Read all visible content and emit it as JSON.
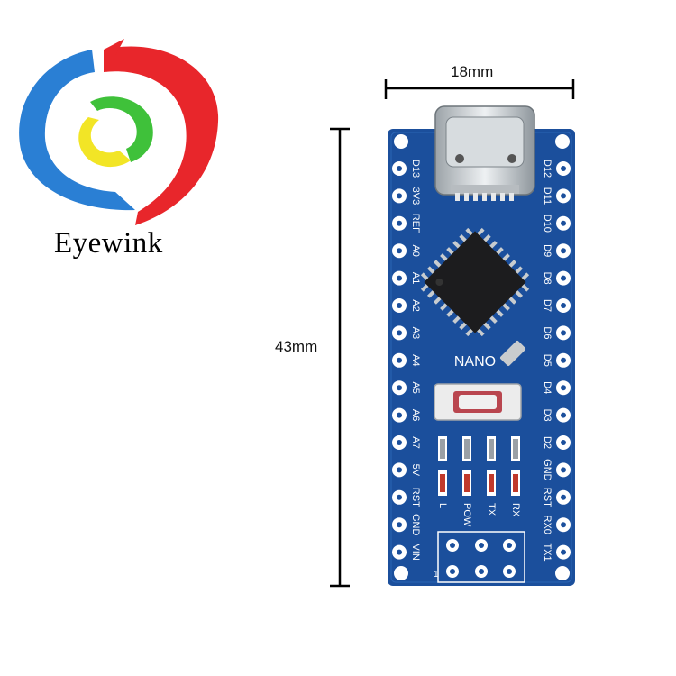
{
  "logo": {
    "icon": "eyewink-swirl-logo",
    "brand_name": "Eyewink",
    "colors": {
      "red": "#e8262b",
      "blue": "#2a7fd4",
      "green": "#3fc13a",
      "yellow": "#f2e526"
    }
  },
  "dimensions": {
    "width_label": "18mm",
    "height_label": "43mm"
  },
  "board": {
    "color": "#1b4f9c",
    "label": "NANO",
    "left_pins": [
      "D13",
      "3V3",
      "REF",
      "A0",
      "A1",
      "A2",
      "A3",
      "A4",
      "A5",
      "A6",
      "A7",
      "5V",
      "RST",
      "GND",
      "VIN"
    ],
    "right_pins": [
      "D12",
      "D11",
      "D10",
      "D9",
      "D8",
      "D7",
      "D6",
      "D5",
      "D4",
      "D3",
      "D2",
      "GND",
      "RST",
      "RX0",
      "TX1"
    ],
    "leds": [
      "L",
      "POW",
      "TX",
      "RX"
    ],
    "header_number": "1"
  }
}
